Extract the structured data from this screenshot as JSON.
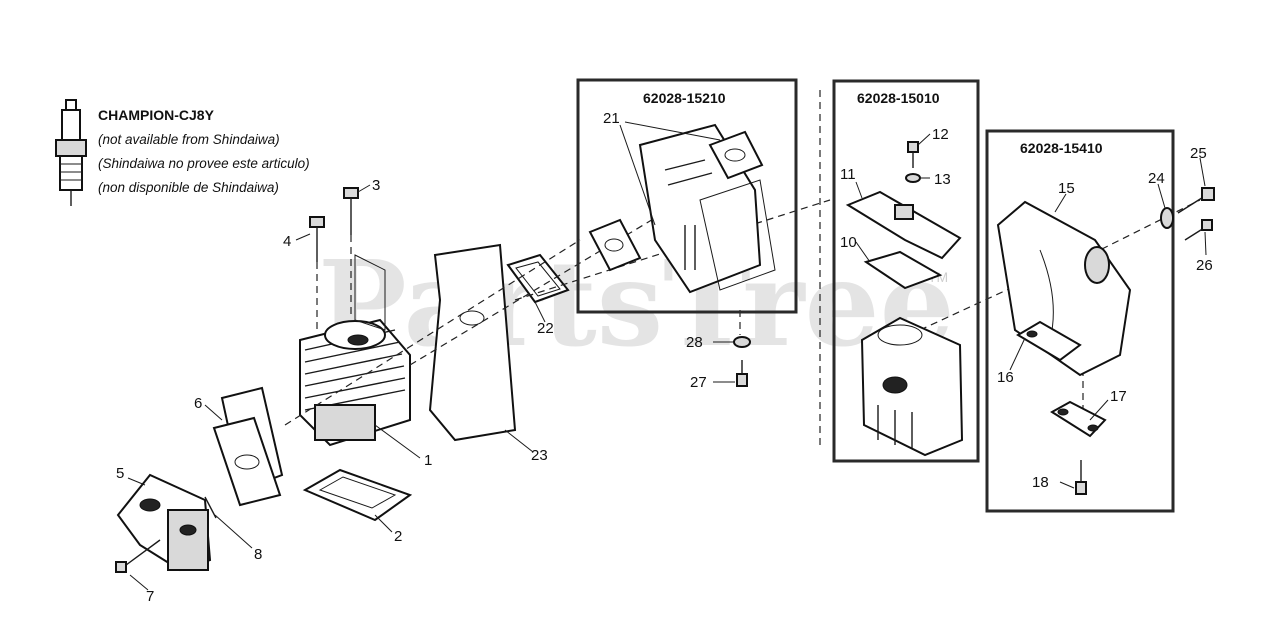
{
  "note": {
    "title": "CHAMPION-CJ8Y",
    "lines": [
      "(not available from Shindaiwa)",
      "(Shindaiwa no provee este articulo)",
      "(non disponible de Shindaiwa)"
    ]
  },
  "watermark": {
    "text": "PartsTree",
    "tm": "TM"
  },
  "boxes": [
    {
      "part_number": "62028-15210"
    },
    {
      "part_number": "62028-15010"
    },
    {
      "part_number": "62028-15410"
    }
  ],
  "callouts": [
    "1",
    "2",
    "3",
    "4",
    "5",
    "6",
    "7",
    "8",
    "10",
    "11",
    "12",
    "13",
    "15",
    "16",
    "17",
    "18",
    "21",
    "22",
    "23",
    "24",
    "25",
    "26",
    "27",
    "28"
  ],
  "colors": {
    "line": "#1a1a1a",
    "box": "#2a2a2a",
    "watermark": "#cfcfcf"
  }
}
